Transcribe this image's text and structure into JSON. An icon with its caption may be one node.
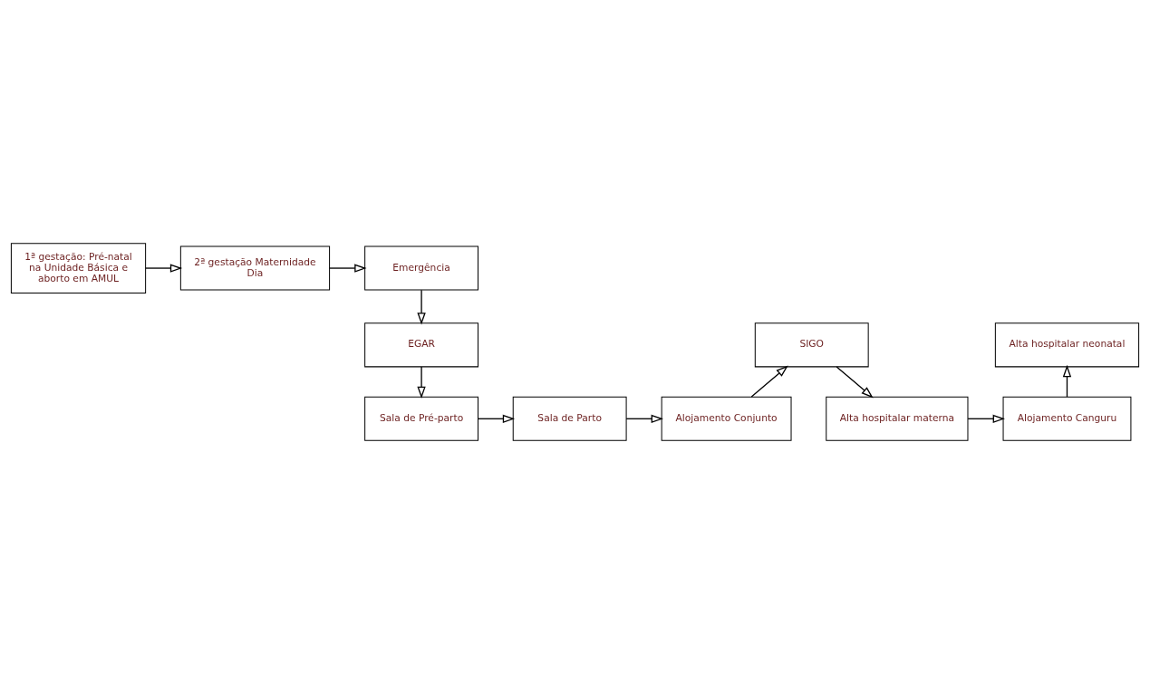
{
  "diagram": {
    "nodes": [
      {
        "text": [
          "1ª gestação: Pré-natal na Unidade Básica e aborto em AMUL"
        ]
      },
      {
        "text": [
          "2ª gestação Maternidade Dia"
        ]
      },
      {
        "text": [
          "Emergência"
        ]
      },
      {
        "text": [
          "EGAR"
        ]
      },
      {
        "text": [
          "Sala de Pré-parto"
        ]
      },
      {
        "text": [
          "Sala de Parto"
        ]
      },
      {
        "text": [
          "Alojamento Conjunto"
        ]
      },
      {
        "text": [
          "SIGO"
        ]
      },
      {
        "text": [
          "Alta hospitalar materna"
        ]
      },
      {
        "text": [
          "Alojamento Canguru"
        ]
      },
      {
        "text": [
          "Alta hospitalar neonatal"
        ]
      }
    ],
    "edges": [
      {
        "from": 0,
        "to": 1,
        "arrow": "to"
      },
      {
        "from": 1,
        "to": 2,
        "arrow": "to"
      },
      {
        "from": 2,
        "to": 3,
        "arrow": "to"
      },
      {
        "from": 3,
        "to": 4,
        "arrow": "to"
      },
      {
        "from": 4,
        "to": 5,
        "arrow": "to"
      },
      {
        "from": 5,
        "to": 6,
        "arrow": "to"
      },
      {
        "from": 6,
        "to": 7,
        "arrow": "to"
      },
      {
        "from": 7,
        "to": 8,
        "arrow": "to"
      },
      {
        "from": 8,
        "to": 9,
        "arrow": "to"
      },
      {
        "from": 9,
        "to": 10,
        "arrow": "to"
      }
    ]
  }
}
